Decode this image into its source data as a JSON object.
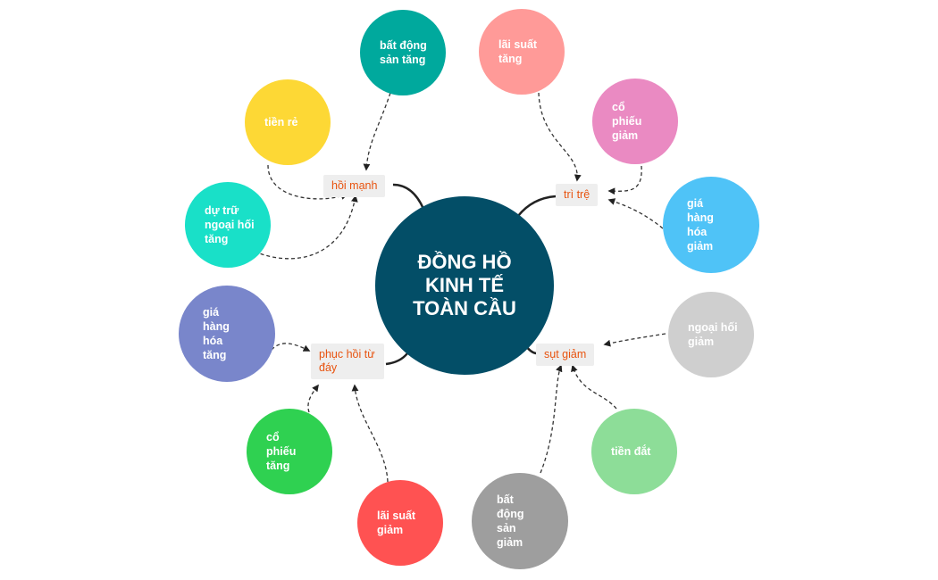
{
  "center": {
    "title": "ĐỒNG HỒ KINH TẾ TOÀN CẦU",
    "color": "#034e67"
  },
  "phases": {
    "strong_recovery": {
      "label": "hồi mạnh"
    },
    "stagnation": {
      "label": "trì trệ"
    },
    "decline": {
      "label": "sụt giảm"
    },
    "bottom_recovery": {
      "label": "phục hồi từ đáy"
    }
  },
  "nodes": {
    "realestate_up": {
      "label": "bất động sản tăng",
      "color": "#00a99d"
    },
    "cheap_money": {
      "label": "tiền rẻ",
      "color": "#fdd835"
    },
    "fx_reserve_up": {
      "label": "dự trữ ngoại hối tăng",
      "color": "#19e0c8"
    },
    "rate_up": {
      "label": "lãi suất tăng",
      "color": "#ff9a98"
    },
    "stock_down": {
      "label": "cổ phiếu giảm",
      "color": "#ea8ac2"
    },
    "goods_down": {
      "label": "giá hàng hóa giảm",
      "color": "#4fc3f7"
    },
    "fx_down": {
      "label": "ngoại hối giảm",
      "color": "#cfcfcf"
    },
    "expensive_money": {
      "label": "tiền đắt",
      "color": "#8ddd98"
    },
    "realestate_down": {
      "label": "bất động sản giảm",
      "color": "#9e9e9e"
    },
    "rate_down": {
      "label": "lãi suất giảm",
      "color": "#ff5252"
    },
    "stock_up": {
      "label": "cổ phiếu tăng",
      "color": "#2fd151"
    },
    "goods_up": {
      "label": "giá hàng hóa tăng",
      "color": "#7986cb"
    }
  },
  "colors": {
    "phase_text": "#e8530f",
    "phase_bg": "#eeeeee",
    "connector": "#222222"
  }
}
